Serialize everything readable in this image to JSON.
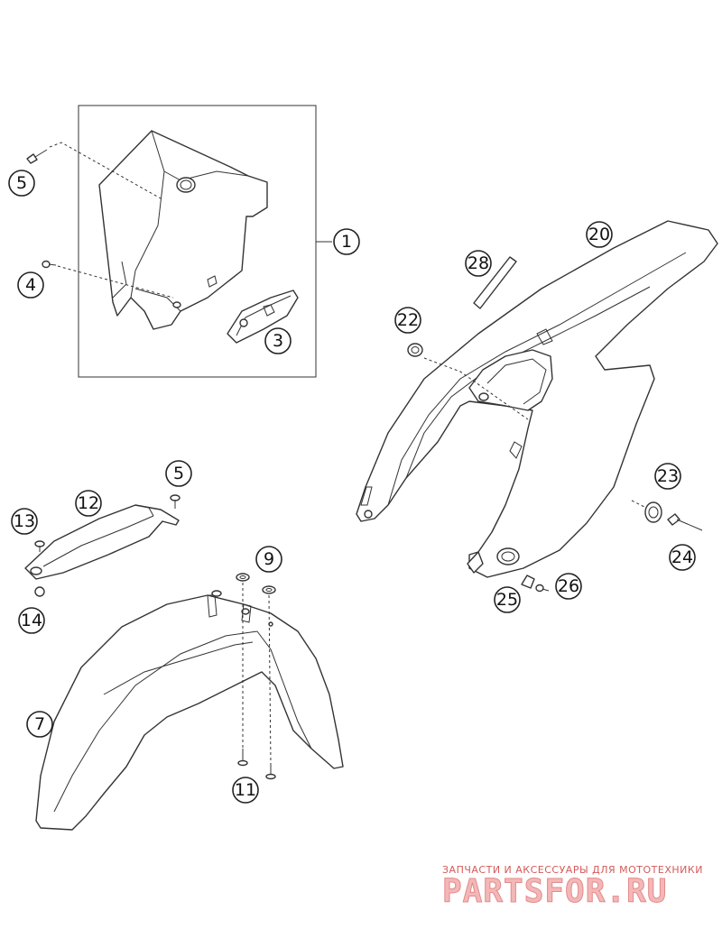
{
  "callouts": {
    "c1": "1",
    "c3": "3",
    "c4": "4",
    "c5a": "5",
    "c5b": "5",
    "c7": "7",
    "c9": "9",
    "c11": "11",
    "c12": "12",
    "c13": "13",
    "c14": "14",
    "c20": "20",
    "c22": "22",
    "c23": "23",
    "c24": "24",
    "c25": "25",
    "c26": "26",
    "c28": "28"
  },
  "watermark": {
    "caption": "ЗАПЧАСТИ И АКСЕССУАРЫ ДЛЯ МОТОТЕХНИКИ",
    "logo": "PARTSFOR.RU"
  }
}
